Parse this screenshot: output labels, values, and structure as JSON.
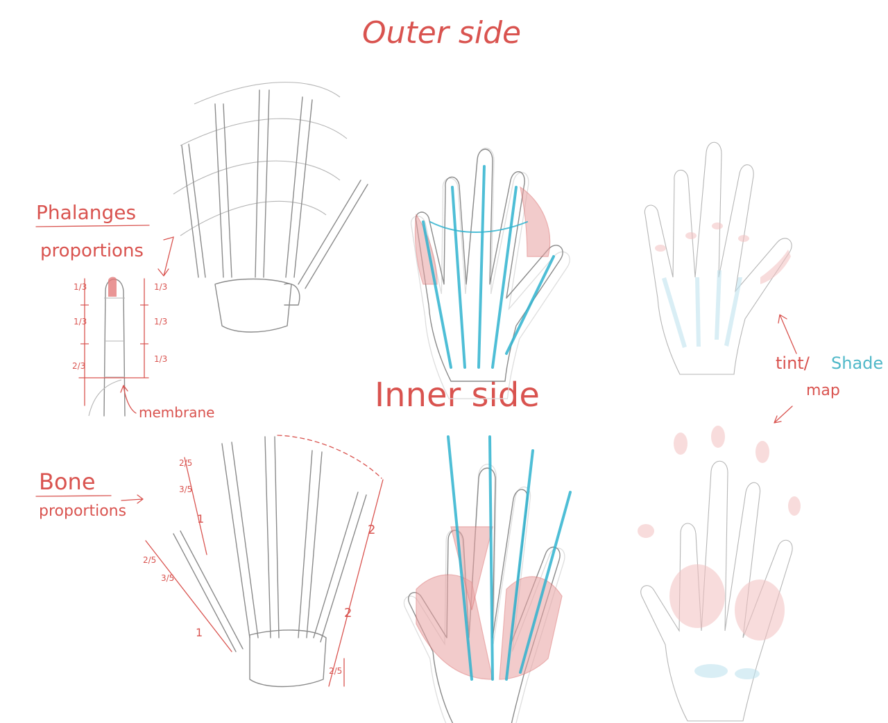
{
  "headings": {
    "outer": "Outer side",
    "inner": "Inner side"
  },
  "labels": {
    "phalanges_1": "Phalanges",
    "phalanges_2": "proportions",
    "membrane": "membrane",
    "bone_1": "Bone",
    "bone_2": "proportions",
    "tint": "tint/",
    "shade": "Shade",
    "map": "map"
  },
  "fractions": {
    "phal_left": [
      "1/3",
      "1/3",
      "2/3"
    ],
    "phal_right": [
      "1/3",
      "1/3",
      "1/3"
    ],
    "bone_finger": [
      "2/5",
      "3/5",
      "1"
    ],
    "bone_thumb": [
      "2/5",
      "3/5",
      "1"
    ],
    "bone_side": [
      "2",
      "2",
      "2/5"
    ]
  },
  "colors": {
    "ink_red": "#d9534f",
    "tendon_blue": "#2fb3cf",
    "muscle_red": "#e9a2a2",
    "sketch_gray": "#8a8a8a"
  }
}
